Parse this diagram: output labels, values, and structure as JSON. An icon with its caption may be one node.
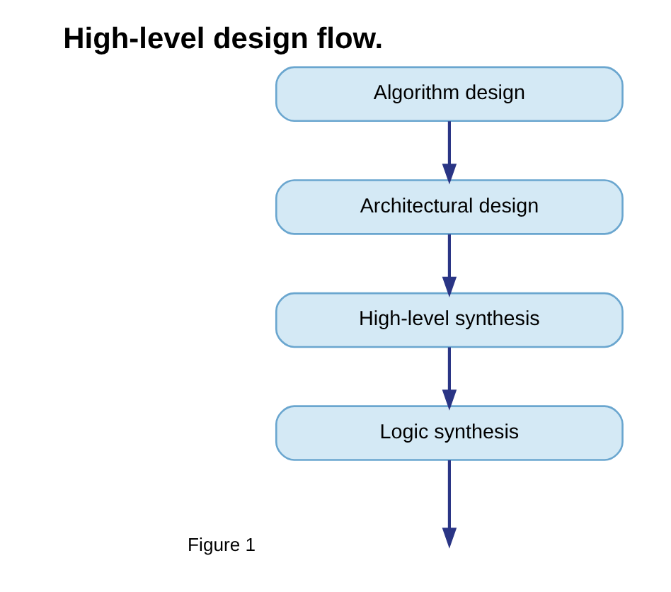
{
  "diagram": {
    "title": "High-level design flow.",
    "nodes": [
      {
        "text": [
          "Algorithm design"
        ]
      },
      {
        "text": [
          "Architectural design"
        ]
      },
      {
        "text": [
          "High-level synthesis"
        ]
      },
      {
        "text": [
          "Logic synthesis"
        ]
      }
    ],
    "edges": [
      {
        "from": 0,
        "to": 1,
        "arrow": "to"
      },
      {
        "from": 1,
        "to": 2,
        "arrow": "to"
      },
      {
        "from": 2,
        "to": 3,
        "arrow": "to"
      },
      {
        "from": 3,
        "to": null,
        "arrow": "to"
      }
    ],
    "labels": [
      "Figure 1"
    ]
  }
}
